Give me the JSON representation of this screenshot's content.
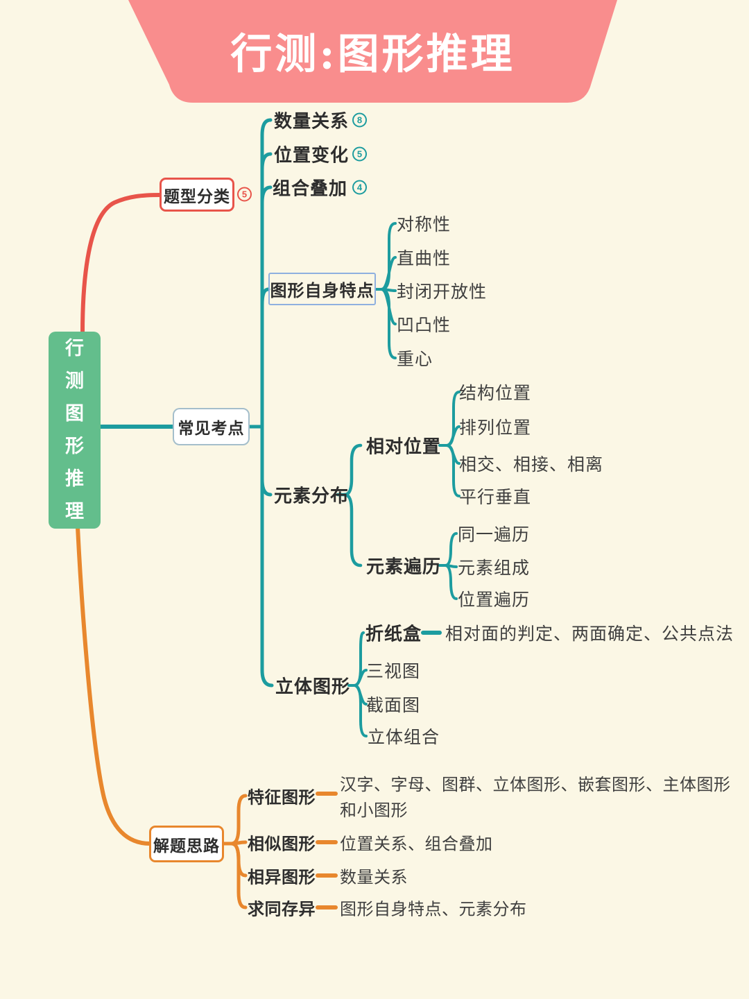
{
  "colors": {
    "background": "#FBF7E5",
    "banner_pink": "#F98D8D",
    "teal": "#1C9C9F",
    "red": "#E8544A",
    "orange": "#E8872D",
    "root_green": "#63BE8C",
    "highlight_box_border": "#8FB0DF",
    "topic_box_border": "#A4BECB"
  },
  "banner": {
    "title": "行测:图形推理"
  },
  "root": {
    "label": "行测图形推理"
  },
  "map": {
    "tixing": {
      "label": "题型分类",
      "badge": "5"
    },
    "changjian": {
      "label": "常见考点",
      "children": {
        "shuliang": {
          "label": "数量关系",
          "badge": "8"
        },
        "weizhi": {
          "label": "位置变化",
          "badge": "5"
        },
        "zuhe": {
          "label": "组合叠加",
          "badge": "4"
        },
        "tezheng": {
          "label": "图形自身特点",
          "children": [
            "对称性",
            "直曲性",
            "封闭开放性",
            "凹凸性",
            "重心"
          ]
        },
        "fenbu": {
          "label": "元素分布",
          "children": {
            "xiangdui": {
              "label": "相对位置",
              "children": [
                "结构位置",
                "排列位置",
                "相交、相接、相离",
                "平行垂直"
              ]
            },
            "bianli": {
              "label": "元素遍历",
              "children": [
                "同一遍历",
                "元素组成",
                "位置遍历"
              ]
            }
          }
        },
        "liti": {
          "label": "立体图形",
          "children": {
            "zhezhihe": {
              "label": "折纸盒",
              "note": "相对面的判定、两面确定、公共点法"
            },
            "leaves": [
              "三视图",
              "截面图",
              "立体组合"
            ]
          }
        }
      }
    },
    "jieti": {
      "label": "解题思路",
      "children": {
        "tezheng_tuxing": {
          "label": "特征图形",
          "note": "汉字、字母、图群、立体图形、嵌套图形、主体图形和小图形"
        },
        "xiangsi": {
          "label": "相似图形",
          "note": "位置关系、组合叠加"
        },
        "xiangyi": {
          "label": "相异图形",
          "note": "数量关系"
        },
        "qiutong": {
          "label": "求同存异",
          "note": "图形自身特点、元素分布"
        }
      }
    }
  }
}
